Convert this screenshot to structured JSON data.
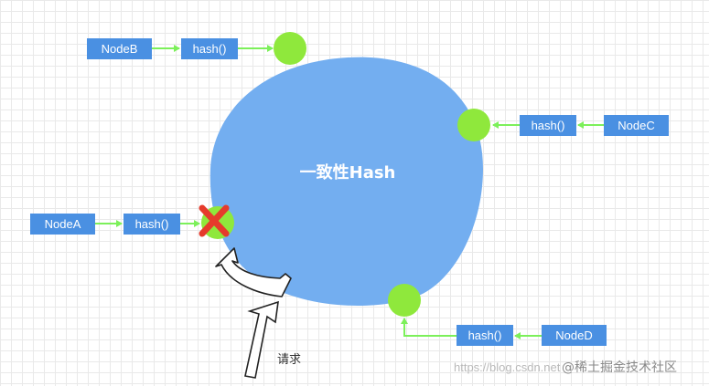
{
  "diagram": {
    "center_label": "一致性Hash",
    "request_label": "请求",
    "nodes": {
      "a": {
        "name": "NodeA",
        "func": "hash()"
      },
      "b": {
        "name": "NodeB",
        "func": "hash()"
      },
      "c": {
        "name": "NodeC",
        "func": "hash()"
      },
      "d": {
        "name": "NodeD",
        "func": "hash()"
      }
    },
    "failed_node_marker": "cross-icon"
  },
  "watermark": {
    "url": "https://blog.csdn.net",
    "brand": "@稀土掘金技术社区"
  },
  "colors": {
    "box": "#4a90e2",
    "ring": "#73aef0",
    "node_dot": "#8fe83c",
    "arrow": "#7cf05a",
    "failure_cross": "#e53b2c"
  }
}
